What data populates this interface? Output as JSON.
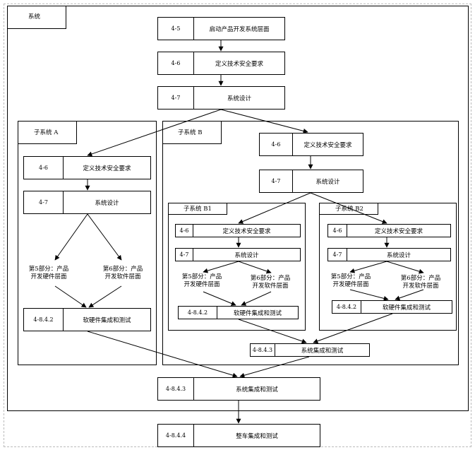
{
  "frames": {
    "system": "系统",
    "subsystem_a": "子系统 A",
    "subsystem_b": "子系统 B",
    "subsystem_b1": "子系统 B1",
    "subsystem_b2": "子系统 B2"
  },
  "top": {
    "start": {
      "num": "4-5",
      "text": "启动产品开发系统层面"
    },
    "safety": {
      "num": "4-6",
      "text": "定义技术安全要求"
    },
    "design": {
      "num": "4-7",
      "text": "系统设计"
    }
  },
  "sub_a": {
    "safety": {
      "num": "4-6",
      "text": "定义技术安全要求"
    },
    "design": {
      "num": "4-7",
      "text": "系统设计"
    },
    "hw": "第5部分：产品\n开发硬件层面",
    "sw": "第6部分：产品\n开发软件层面",
    "integration": {
      "num": "4-8.4.2",
      "text": "软硬件集成和测试"
    }
  },
  "sub_b": {
    "safety": {
      "num": "4-6",
      "text": "定义技术安全要求"
    },
    "design": {
      "num": "4-7",
      "text": "系统设计"
    },
    "integration": {
      "num": "4-8.4.3",
      "text": "系统集成和测试"
    }
  },
  "sub_b1": {
    "safety": {
      "num": "4-6",
      "text": "定义技术安全要求"
    },
    "design": {
      "num": "4-7",
      "text": "系统设计"
    },
    "hw": "第5部分：产品\n开发硬件层面",
    "sw": "第6部分：产品\n开发软件层面",
    "integration": {
      "num": "4-8.4.2",
      "text": "软硬件集成和测试"
    }
  },
  "sub_b2": {
    "safety": {
      "num": "4-6",
      "text": "定义技术安全要求"
    },
    "design": {
      "num": "4-7",
      "text": "系统设计"
    },
    "hw": "第5部分：产品\n开发硬件层面",
    "sw": "第6部分：产品\n开发软件层面",
    "integration": {
      "num": "4-8.4.2",
      "text": "软硬件集成和测试"
    }
  },
  "bottom": {
    "system_integration": {
      "num": "4-8.4.3",
      "text": "系统集成和测试"
    },
    "vehicle_integration": {
      "num": "4-8.4.4",
      "text": "整车集成和测试"
    }
  }
}
